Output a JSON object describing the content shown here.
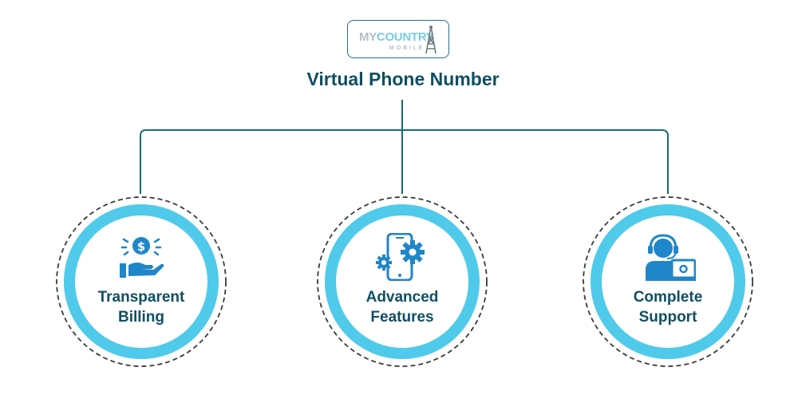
{
  "logo": {
    "brand_part1": "MY",
    "brand_part2": "COUNTRY",
    "sub": "MOBILE",
    "icon": "antenna-tower-icon"
  },
  "title": "Virtual Phone Number",
  "nodes": [
    {
      "line1": "Transparent",
      "line2": "Billing",
      "icon": "dollar-hand-icon"
    },
    {
      "line1": "Advanced",
      "line2": "Features",
      "icon": "phone-gears-icon"
    },
    {
      "line1": "Complete",
      "line2": "Support",
      "icon": "support-agent-icon"
    }
  ],
  "colors": {
    "primary": "#0f4f63",
    "accent": "#4fcaeb",
    "icon_blue": "#1f86c9",
    "line": "#166a7f"
  }
}
